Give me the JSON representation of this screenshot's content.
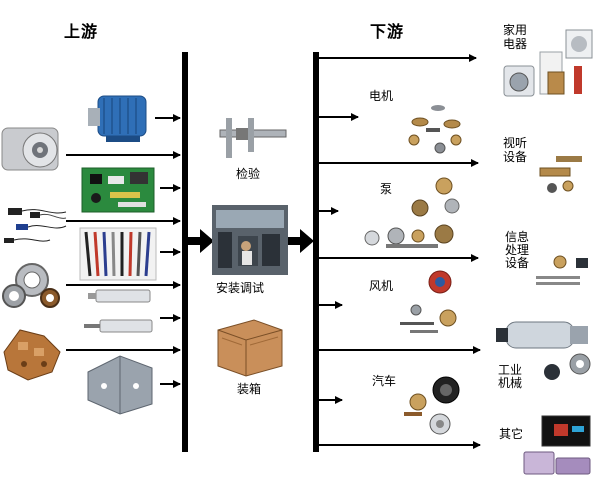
{
  "headers": {
    "upstream": "上游",
    "downstream": "下游"
  },
  "process": {
    "inspect": "检验",
    "assemble": "安装调试",
    "pack": "装箱"
  },
  "segments": {
    "motor": "电机",
    "pump": "泵",
    "fan": "风机",
    "auto": "汽车"
  },
  "applications": {
    "household_1": "家用",
    "household_2": "电器",
    "av_1": "视听",
    "av_2": "设备",
    "info_1": "信息",
    "info_2": "处理",
    "info_3": "设备",
    "industrial_1": "工业",
    "industrial_2": "机械",
    "other": "其它"
  },
  "icons": {
    "upstream": [
      "gear-reducer-icon",
      "electric-motor-icon",
      "circuit-board-icon",
      "sensor-cables-icon",
      "wire-bundle-icon",
      "bearing-icon",
      "linear-actuator-icon",
      "die-cast-parts-icon",
      "sheet-metal-bracket-icon"
    ],
    "process": [
      "caliper-icon",
      "assembly-line-photo",
      "wooden-crate-icon"
    ],
    "downstream": [
      "motor-parts-icon",
      "pump-parts-icon",
      "fan-parts-icon",
      "auto-parts-icon",
      "appliances-icon",
      "av-equipment-icon",
      "it-device-icon",
      "industrial-machine-icon",
      "other-device-icon"
    ]
  },
  "colors": {
    "line": "#000000",
    "background": "#ffffff"
  }
}
